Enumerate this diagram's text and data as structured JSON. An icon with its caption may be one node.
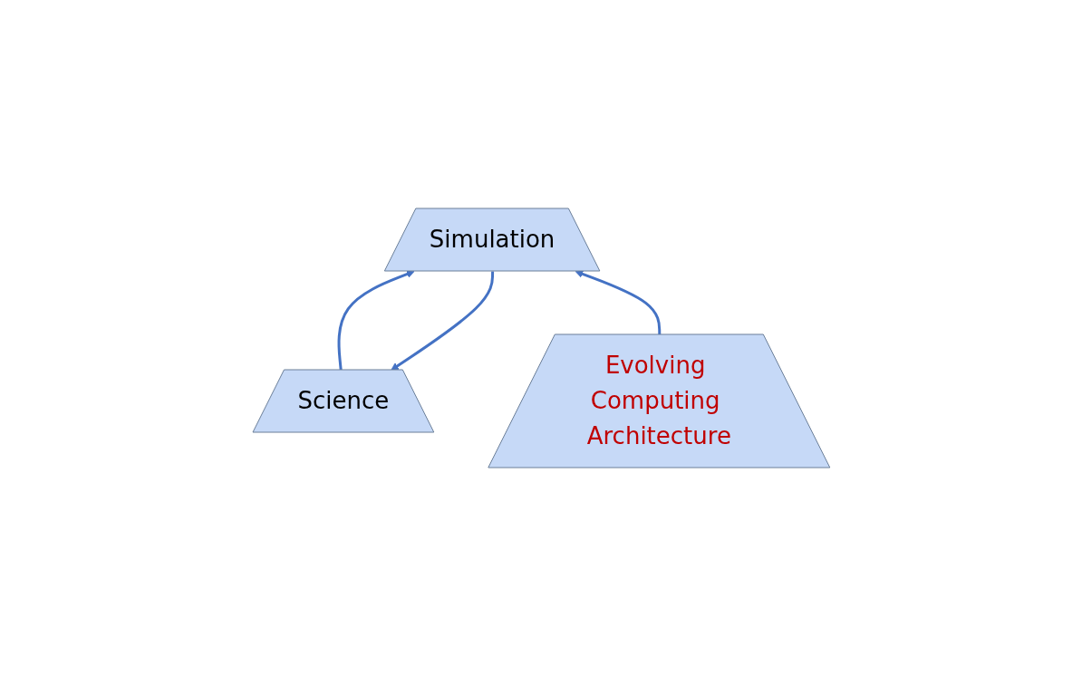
{
  "diagram": {
    "nodes": [
      {
        "text": [
          "Science"
        ]
      },
      {
        "text": [
          "Simulation"
        ]
      },
      {
        "text": [
          "Evolving Computing Architecture"
        ]
      }
    ],
    "edges": [
      {
        "from": 1,
        "to": 0,
        "arrow": "to"
      },
      {
        "from": 0,
        "to": 1,
        "arrow": "to"
      },
      {
        "from": 2,
        "to": 1,
        "arrow": "to"
      }
    ]
  }
}
